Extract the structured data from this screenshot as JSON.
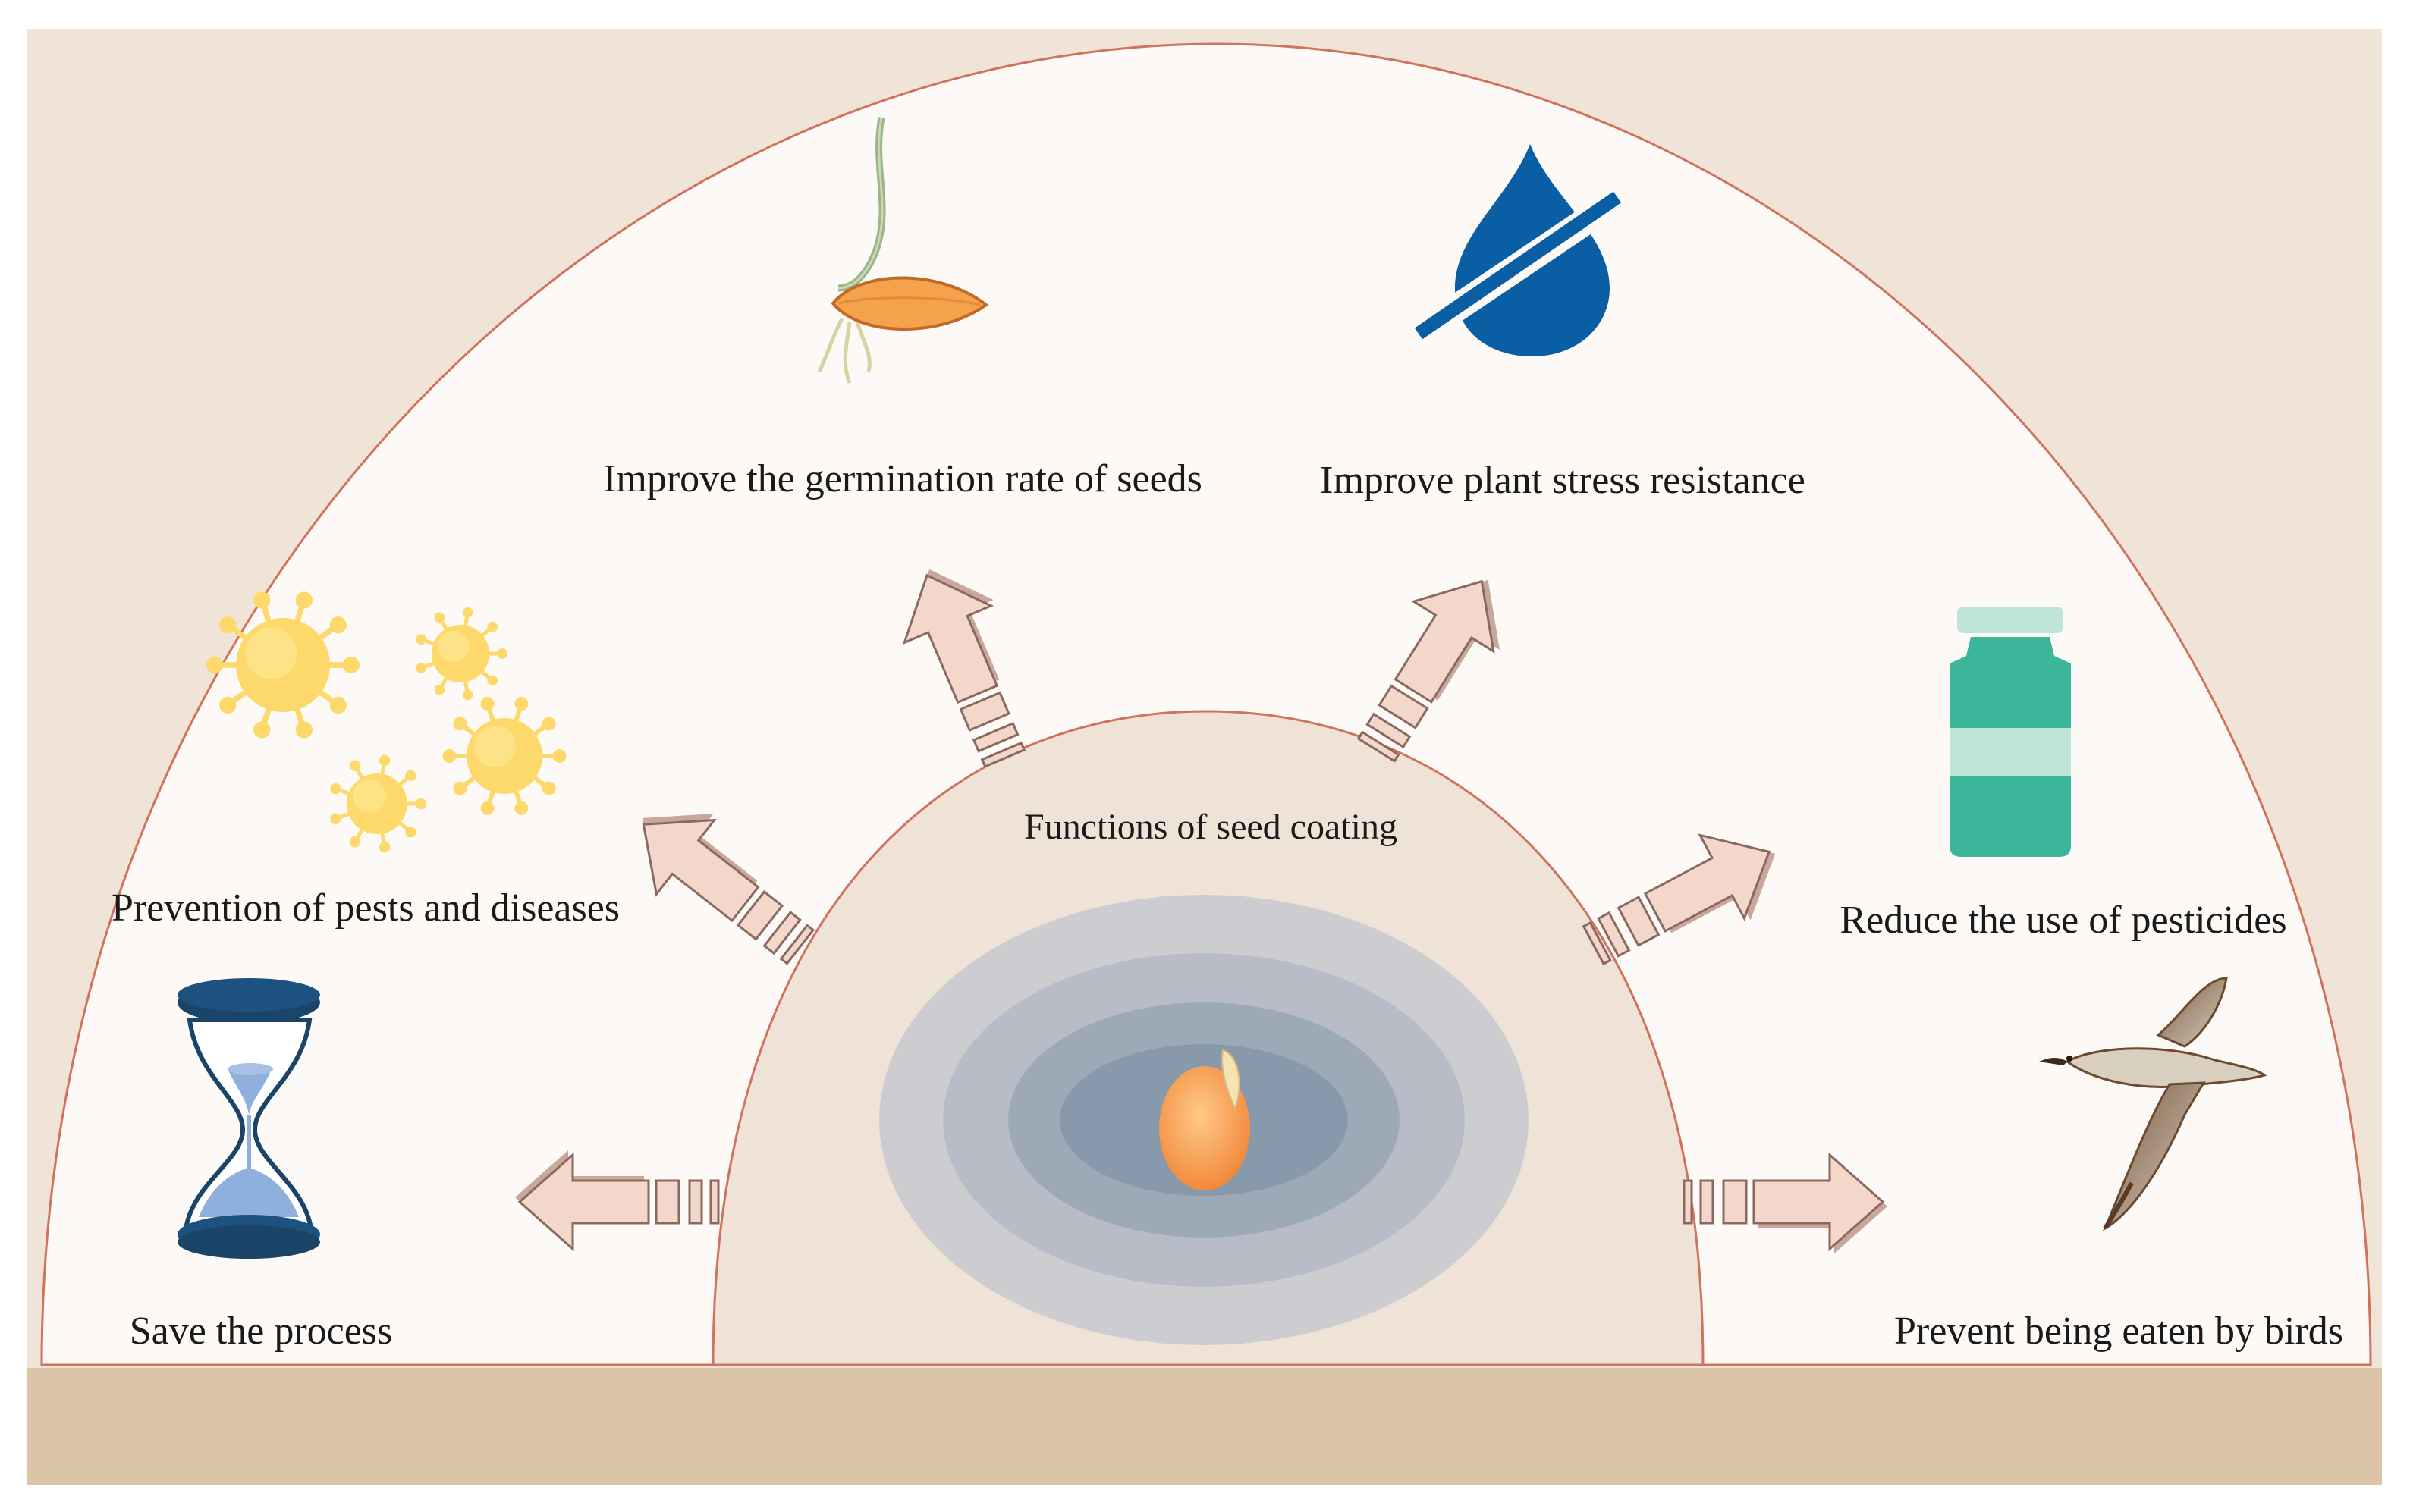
{
  "center": {
    "title": "Functions of seed coating"
  },
  "functions": [
    {
      "id": "germination",
      "label": "Improve the germination rate of seeds",
      "icon": "sprouting-seed-icon"
    },
    {
      "id": "stress",
      "label": "Improve plant stress resistance",
      "icon": "water-drop-slash-icon"
    },
    {
      "id": "pests",
      "label": "Prevention of pests and diseases",
      "icon": "virus-icon"
    },
    {
      "id": "pesticides",
      "label": "Reduce the use of pesticides",
      "icon": "pesticide-bottle-icon"
    },
    {
      "id": "process",
      "label": "Save the process",
      "icon": "hourglass-icon"
    },
    {
      "id": "birds",
      "label": "Prevent being eaten by birds",
      "icon": "bird-icon"
    }
  ],
  "colors": {
    "background_frame": "#f0e4d8",
    "outer_dome": "#fdf9f6",
    "dome_stroke": "#d0735e",
    "inner_dome": "#efe3d7",
    "ground": "#dcc4a8",
    "arrow_fill": "#f3d7cb",
    "arrow_stroke": "#8a6a5e",
    "seed_orange": "#f7a450",
    "virus_yellow": "#fcd96a",
    "drop_blue": "#0a5fa4",
    "bottle_green": "#3bb69a",
    "hourglass_navy": "#1a4568",
    "hourglass_sand": "#8fb0dc"
  }
}
